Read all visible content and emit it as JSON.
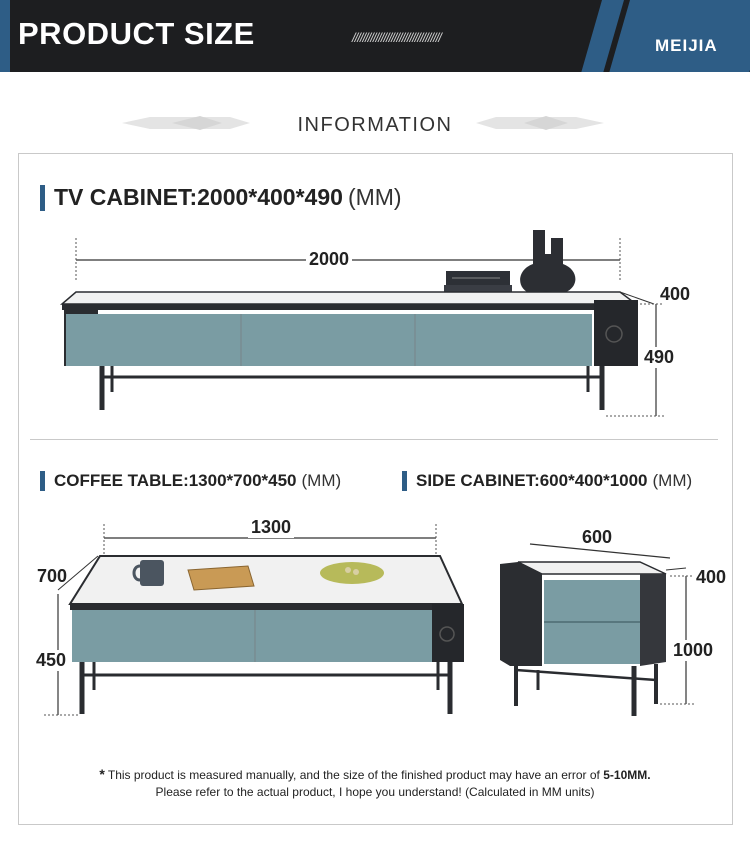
{
  "banner": {
    "title": "PRODUCT SIZE",
    "slashes": "//////////////////////////////////",
    "brand": "MEIJIA"
  },
  "section_title": "INFORMATION",
  "tv_cabinet": {
    "heading": "TV CABINET:2000*400*490",
    "unit": "(MM)",
    "width": "2000",
    "depth": "400",
    "height": "490"
  },
  "coffee_table": {
    "heading": "COFFEE TABLE:1300*700*450",
    "unit": "(MM)",
    "width": "1300",
    "depth": "700",
    "height": "450"
  },
  "side_cabinet": {
    "heading": "SIDE CABINET:600*400*1000",
    "unit": "(MM)",
    "width": "600",
    "depth": "400",
    "height": "1000"
  },
  "note": {
    "star": "*",
    "line1": "This product is measured manually, and the size of the finished product may have an error of",
    "line1_emphasis": "5-10MM.",
    "line2": "Please refer to the actual product, I hope you understand! (Calculated in MM units)"
  },
  "colors": {
    "banner_bg": "#1d1e20",
    "brand_blue": "#2e5d86",
    "drawer_teal": "#7a9ca3",
    "frame_dark": "#2a2c30",
    "marble_top": "#f2f2f2"
  }
}
